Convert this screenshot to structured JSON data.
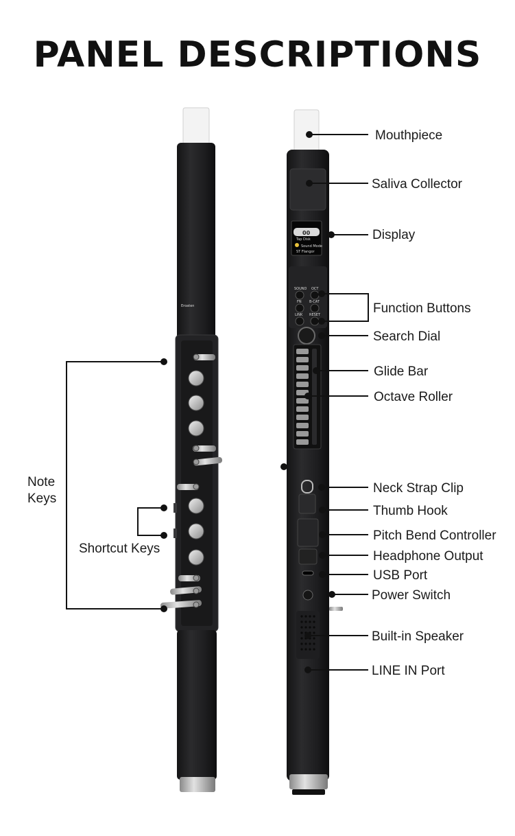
{
  "title": "PANEL DESCRIPTIONS",
  "brand": "Eroaten",
  "display_screen": {
    "value": "00",
    "line1": "Tap Disk",
    "line2": "Sound Mode",
    "line3": "ST Flangor"
  },
  "buttons": [
    "SOUND",
    "OCT",
    "FN",
    "B-CAT",
    "LINK",
    "RESET"
  ],
  "left_labels": {
    "note_keys_line1": "Note",
    "note_keys_line2": "Keys",
    "shortcut_keys": "Shortcut Keys"
  },
  "right_labels": [
    "Mouthpiece",
    "Saliva Collector",
    "Display",
    "Function Buttons",
    "Search Dial",
    "Glide Bar",
    "Octave Roller",
    "Neck Strap Clip",
    "Thumb Hook",
    "Pitch Bend Controller",
    "Headphone Output",
    "USB Port",
    "Power Switch",
    "Built-in Speaker",
    "LINE IN Port"
  ],
  "colors": {
    "body": "#1c1c1d",
    "panel": "#2a2a2c",
    "mouthpiece": "#f2f2f2",
    "metal": "#b8b8b8"
  }
}
